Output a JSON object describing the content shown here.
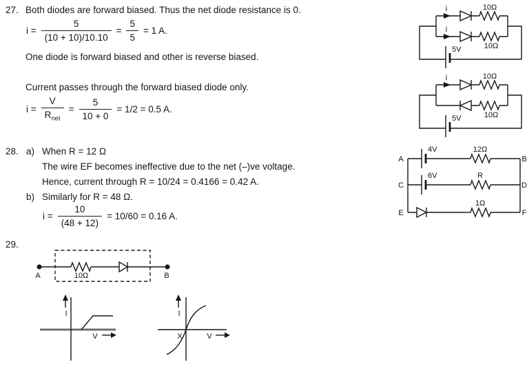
{
  "p27": {
    "number": "27.",
    "line1": "Both diodes are forward biased. Thus the net diode resistance is 0.",
    "eq1": {
      "lhs": "i =",
      "num1": "5",
      "den1": "(10 + 10)/10.10",
      "equals": "=",
      "num2": "5",
      "den2": "5",
      "rhs": "= 1 A."
    },
    "line2": "One diode is forward biased and other is reverse biased.",
    "line3": "Current passes through the forward biased diode only.",
    "eq2": {
      "lhs": "i =",
      "num1": "V",
      "den1_base": "R",
      "den1_sub": "net",
      "equals": "=",
      "num2": "5",
      "den2": "10 + 0",
      "rhs": "= 1/2 = 0.5 A."
    }
  },
  "p28": {
    "number": "28.",
    "a_label": "a)",
    "a_line1": "When R = 12 Ω",
    "a_line2": "The wire EF becomes ineffective due to the net (–)ve voltage.",
    "a_line3": "Hence, current through R = 10/24 = 0.4166 = 0.42 A.",
    "b_label": "b)",
    "b_line1": "Similarly for R = 48 Ω.",
    "eq": {
      "lhs": "i =",
      "num": "10",
      "den": "(48 + 12)",
      "rhs": "= 10/60 = 0.16 A."
    }
  },
  "p29": {
    "number": "29."
  },
  "circuit_ab": {
    "node_a": "A",
    "node_b": "B",
    "resistor": "10Ω"
  },
  "graph_left": {
    "y_label": "I",
    "x_label": "V"
  },
  "graph_right": {
    "y_label": "I",
    "x_label": "V",
    "origin_label": "X"
  },
  "circuit_top": {
    "current_top": "i",
    "current_bottom": "i",
    "resistor_top": "10Ω",
    "resistor_bottom": "10Ω",
    "battery": "5V"
  },
  "circuit_mid": {
    "current_top": "i",
    "resistor_top": "10Ω",
    "resistor_bottom": "10Ω",
    "battery": "5V"
  },
  "circuit_bottom": {
    "node_a": "A",
    "node_b": "B",
    "node_c": "C",
    "node_d": "D",
    "node_e": "E",
    "node_f": "F",
    "battery_top": "4V",
    "battery_mid": "6V",
    "resistor_top": "12Ω",
    "resistor_mid": "R",
    "resistor_bottom": "1Ω"
  }
}
